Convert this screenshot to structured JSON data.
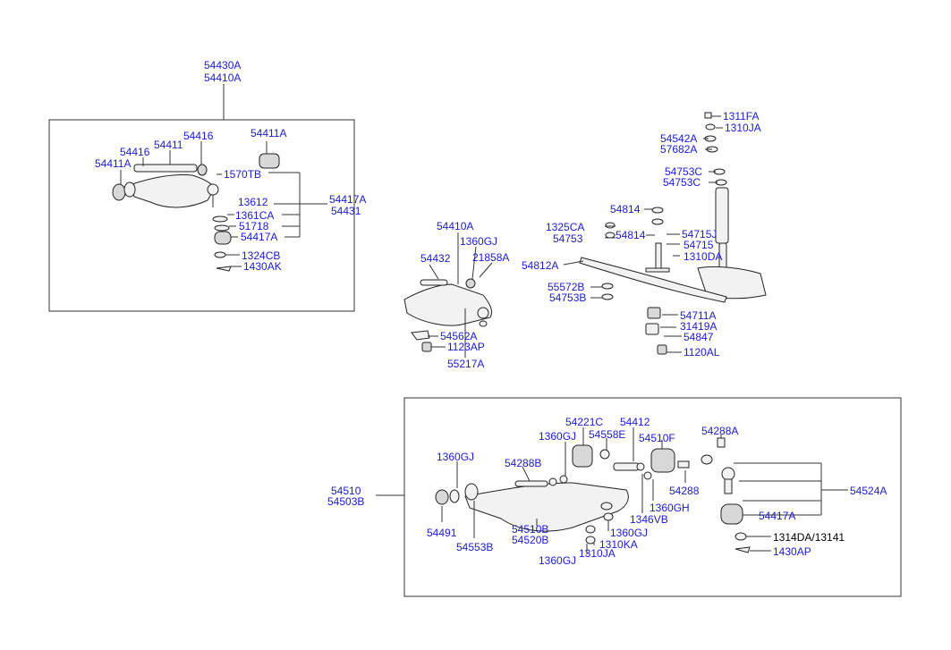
{
  "labels": {
    "l54430A": "54430A",
    "l54410A_top": "54410A",
    "l54411A_r": "54411A",
    "l54416_a": "54416",
    "l54411": "54411",
    "l54416_b": "54416",
    "l54411A_l": "54411A",
    "l1570TB": "1570TB",
    "l13612": "13612",
    "l1361CA": "1361CA",
    "l51718": "51718",
    "l54417A_box": "54417A",
    "l54417A_side": "54417A",
    "l54431": "54431",
    "l1324CB": "1324CB",
    "l1430AK": "1430AK",
    "l54410A_mid": "54410A",
    "l1360GJ_mid": "1360GJ",
    "l54432": "54432",
    "l21858A": "21858A",
    "l54562A": "54562A",
    "l1123AP": "1123AP",
    "l55217A": "55217A",
    "l1311FA": "1311FA",
    "l1310JA_top": "1310JA",
    "l54542A": "54542A",
    "l57682A": "57682A",
    "l54753C_a": "54753C",
    "l54753C_b": "54753C",
    "l54814_a": "54814",
    "l1325CA": "1325CA",
    "l54753": "54753",
    "l54814_b": "54814",
    "l54715J": "54715J",
    "l54715": "54715",
    "l54812A": "54812A",
    "l1310DA": "1310DA",
    "l55572B": "55572B",
    "l54753B": "54753B",
    "l54711A": "54711A",
    "l31419A": "31419A",
    "l54847": "54847",
    "l1120AL": "1120AL",
    "l54221C": "54221C",
    "l54412": "54412",
    "l1360GJ_b1": "1360GJ",
    "l54558E": "54558E",
    "l54510F": "54510F",
    "l54288A": "54288A",
    "l1360GJ_b2": "1360GJ",
    "l54288B": "54288B",
    "l54288": "54288",
    "l1360GH": "1360GH",
    "l54510": "54510",
    "l54503B": "54503B",
    "l54524A": "54524A",
    "l1346VB": "1346VB",
    "l54417A_bottom": "54417A",
    "l54491": "54491",
    "l54510B": "54510B",
    "l54520B": "54520B",
    "l1360GJ_b3": "1360GJ",
    "l54553B": "54553B",
    "l1310KA": "1310KA",
    "l1314DA": "1314DA/13141",
    "l1360GJ_b4": "1360GJ",
    "l1310JA_bot": "1310JA",
    "l1430AP": "1430AP"
  },
  "colors": {
    "label": "#1a1ad8",
    "line": "#333333",
    "part_fill": "#f2f2f2"
  }
}
